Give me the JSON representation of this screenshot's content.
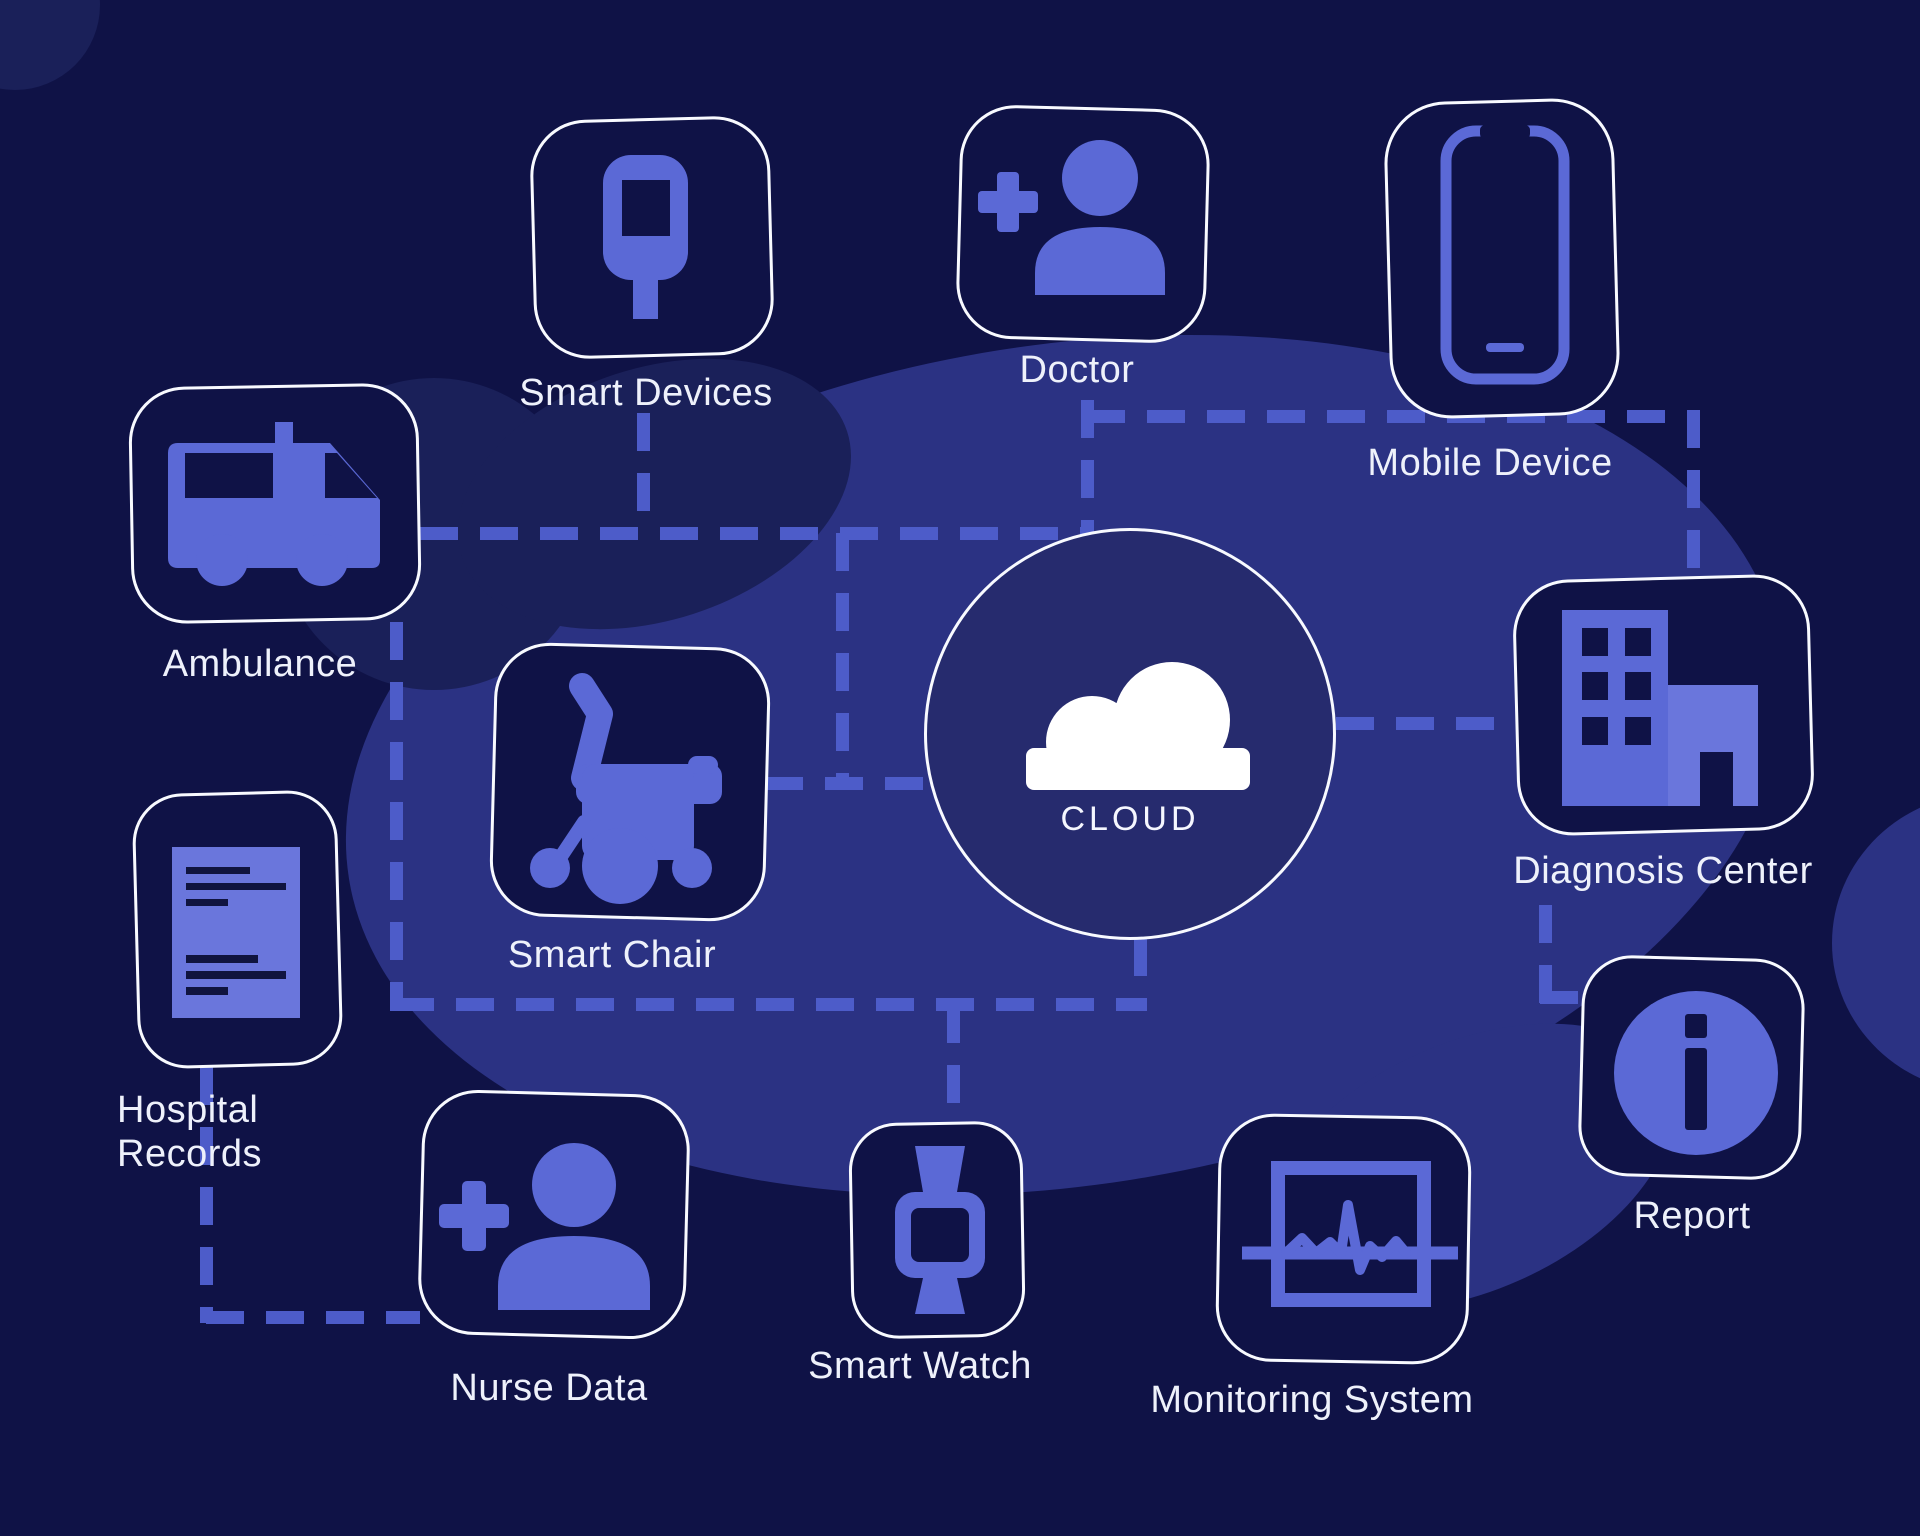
{
  "diagram_title": "",
  "background": {
    "base_color": "#0f1246",
    "blob_light_color": "#2b3283",
    "blob_medium_color": "#1a2059"
  },
  "palette": {
    "icon_blue": "#5b69d6",
    "icon_blue_light": "#6a76dc",
    "icon_cutout_dark": "#0f1246",
    "connector_blue": "#4d5cc9",
    "node_stroke_white": "#f8faff",
    "text_white": "#eef1fb",
    "cloud_circle_fill": "#262b6e"
  },
  "cloud": {
    "label": "CLOUD",
    "icon": "cloud-icon"
  },
  "nodes": [
    {
      "id": "smart-devices",
      "label": "Smart Devices",
      "icon": "glucometer-icon"
    },
    {
      "id": "doctor",
      "label": "Doctor",
      "icon": "doctor-icon"
    },
    {
      "id": "mobile-device",
      "label": "Mobile Device",
      "icon": "smartphone-icon"
    },
    {
      "id": "ambulance",
      "label": "Ambulance",
      "icon": "ambulance-icon"
    },
    {
      "id": "smart-chair",
      "label": "Smart Chair",
      "icon": "wheelchair-icon"
    },
    {
      "id": "hospital-records",
      "label": "Hospital Records",
      "icon": "document-icon"
    },
    {
      "id": "nurse-data",
      "label": "Nurse Data",
      "icon": "nurse-icon"
    },
    {
      "id": "smart-watch",
      "label": "Smart Watch",
      "icon": "smartwatch-icon"
    },
    {
      "id": "monitoring-system",
      "label": "Monitoring System",
      "icon": "ecg-monitor-icon"
    },
    {
      "id": "diagnosis-center",
      "label": "Diagnosis Center",
      "icon": "hospital-building-icon"
    },
    {
      "id": "report",
      "label": "Report",
      "icon": "info-icon"
    }
  ],
  "connections": [
    "ambulance — smart-devices — doctor (dashed bus)",
    "doctor — mobile-device — diagnosis-center",
    "smart-chair — cloud",
    "ambulance — hospital-records-side — cloud — smart-watch",
    "hospital-records — nurse-data",
    "cloud — diagnosis-center",
    "diagnosis-center — report"
  ]
}
